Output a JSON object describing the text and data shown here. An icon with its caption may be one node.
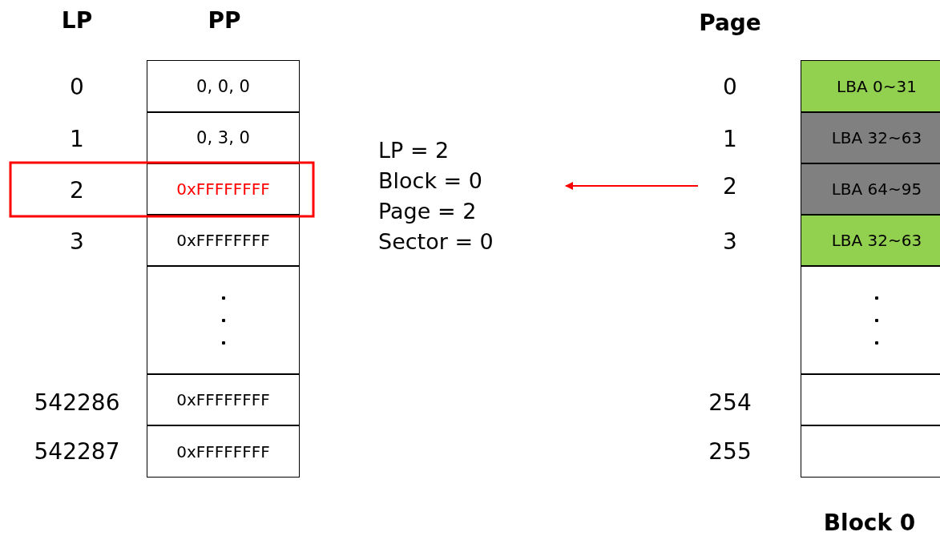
{
  "diagram": {
    "nodes": [
      {
        "text": [
          "0, 0, 0"
        ]
      },
      {
        "text": [
          "0, 3, 0"
        ]
      },
      {
        "text": [
          "0xFFFFFFFF"
        ]
      },
      {
        "text": [
          "0xFFFFFFFF"
        ]
      },
      {
        "text": [],
        "shape": "box"
      },
      {
        "text": [
          "0xFFFFFFFF"
        ]
      },
      {
        "text": [
          "0xFFFFFFFF"
        ]
      },
      {
        "text": [
          "LP = 2",
          "Block = 0",
          "Page = 2",
          "Sector = 0"
        ]
      },
      {
        "text": [
          "2"
        ]
      },
      {
        "text": [
          "LBA 0~31"
        ]
      },
      {
        "text": [
          "LBA 32~63"
        ]
      },
      {
        "text": [
          "LBA 64~95"
        ]
      },
      {
        "text": [
          "LBA 32~63"
        ]
      },
      {
        "text": [],
        "shape": "box"
      },
      {
        "text": [],
        "shape": "box"
      },
      {
        "text": [],
        "shape": "box"
      }
    ],
    "edges": [
      {
        "from": 8,
        "to": 7,
        "arrow": "to",
        "color": "#ff0000"
      }
    ],
    "labels": [
      "LP",
      "PP",
      "Page",
      "0",
      "1",
      "2",
      "3",
      "542286",
      "542287",
      "0",
      "1",
      "3",
      "254",
      "255",
      "Block 0"
    ]
  }
}
